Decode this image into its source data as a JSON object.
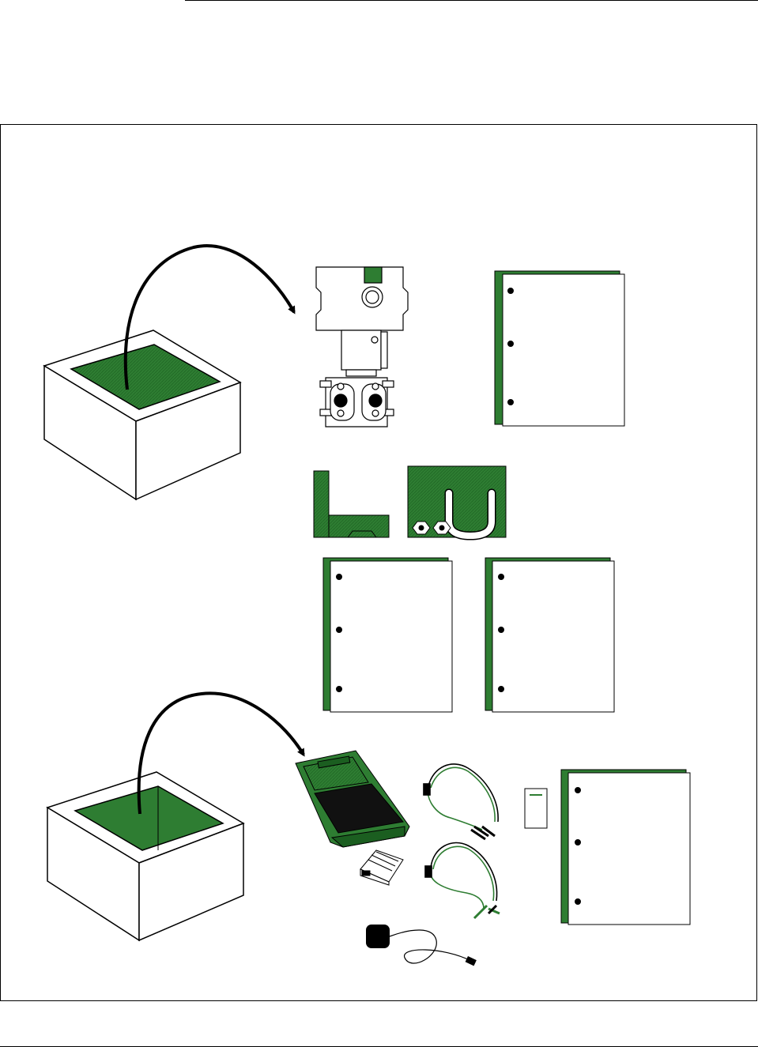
{
  "colors": {
    "green": "#2e7d32",
    "dark_green": "#1b5e20",
    "outline": "#000000",
    "paper": "#ffffff"
  },
  "figure": {
    "items": [
      {
        "id": "shipping-box-1",
        "icon": "open-box-icon"
      },
      {
        "id": "transmitter",
        "icon": "pressure-transmitter-icon"
      },
      {
        "id": "manual-1",
        "icon": "binder-icon"
      },
      {
        "id": "mounting-bracket",
        "icon": "bracket-icon"
      },
      {
        "id": "u-bolt-kit",
        "icon": "u-bolt-icon"
      },
      {
        "id": "manual-2",
        "icon": "binder-icon"
      },
      {
        "id": "manual-3",
        "icon": "binder-icon"
      },
      {
        "id": "shipping-box-2",
        "icon": "open-box-icon"
      },
      {
        "id": "communicator",
        "icon": "handheld-communicator-icon"
      },
      {
        "id": "battery-pack",
        "icon": "battery-pack-icon"
      },
      {
        "id": "lead-set-1",
        "icon": "cable-leads-icon"
      },
      {
        "id": "lead-set-2",
        "icon": "cable-leads-icon"
      },
      {
        "id": "memory-module",
        "icon": "module-icon"
      },
      {
        "id": "manual-4",
        "icon": "binder-icon"
      },
      {
        "id": "power-adapter",
        "icon": "charger-cable-icon"
      }
    ]
  }
}
